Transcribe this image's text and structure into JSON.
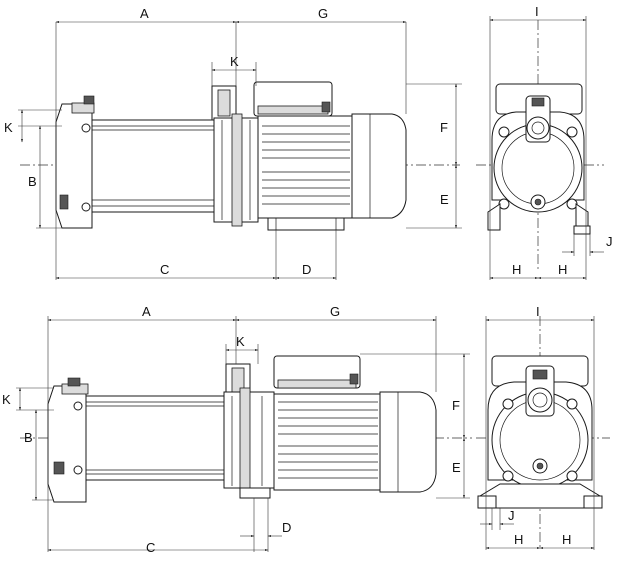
{
  "labels": {
    "a": "A",
    "b": "B",
    "c": "C",
    "d": "D",
    "e": "E",
    "f": "F",
    "g": "G",
    "h": "H",
    "i": "I",
    "j": "J",
    "k": "K"
  },
  "colors": {
    "line": "#1a1a1a",
    "shading": "#dcdcdc",
    "dark": "#555555"
  }
}
